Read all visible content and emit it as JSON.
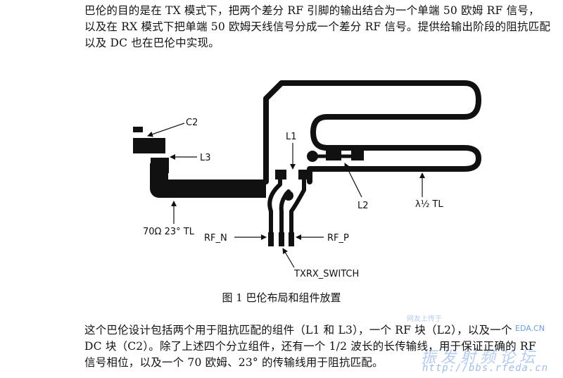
{
  "paragraph_top": [
    "巴伦的目的是在 TX 模式下，把两个差分 RF 引脚的输出结合为一个单端 50 欧姆 RF 信号，",
    "以及在 RX 模式下把单端 50 欧姆天线信号分成一个差分 RF 信号。提供给输出阶段的阻抗匹配",
    "以及 DC 也在巴伦中实现。"
  ],
  "figure": {
    "labels": {
      "c2": "C2",
      "l3": "L3",
      "l1": "L1",
      "l2": "L2",
      "half_wave_tl": "λ½ TL",
      "tl_70": "70Ω 23° TL",
      "rf_n": "RF_N",
      "rf_p": "RF_P",
      "txrx_switch": "TXRX_SWITCH"
    },
    "caption": "图 1  巴伦布局和组件放置"
  },
  "paragraph_bottom": [
    "这个巴伦设计包括两个用于阻抗匹配的组件（L1 和 L3），一个 RF 块（L2），以及一个",
    "DC 块（C2）。除了上述四个分立组件，还有一个 1/2 波长的长传输线，用于保证正确的 RF",
    "信号相位，以及一个 70 欧姆、23° 的传输线用于阻抗匹配。"
  ],
  "watermark": {
    "logo": "EDA.CN",
    "small": "网友上传于",
    "chinese": "振发射频论坛",
    "url": "http://bbs.rfeda.cn"
  },
  "colors": {
    "trace": "#111111",
    "watermark": "#2f6fd1"
  }
}
